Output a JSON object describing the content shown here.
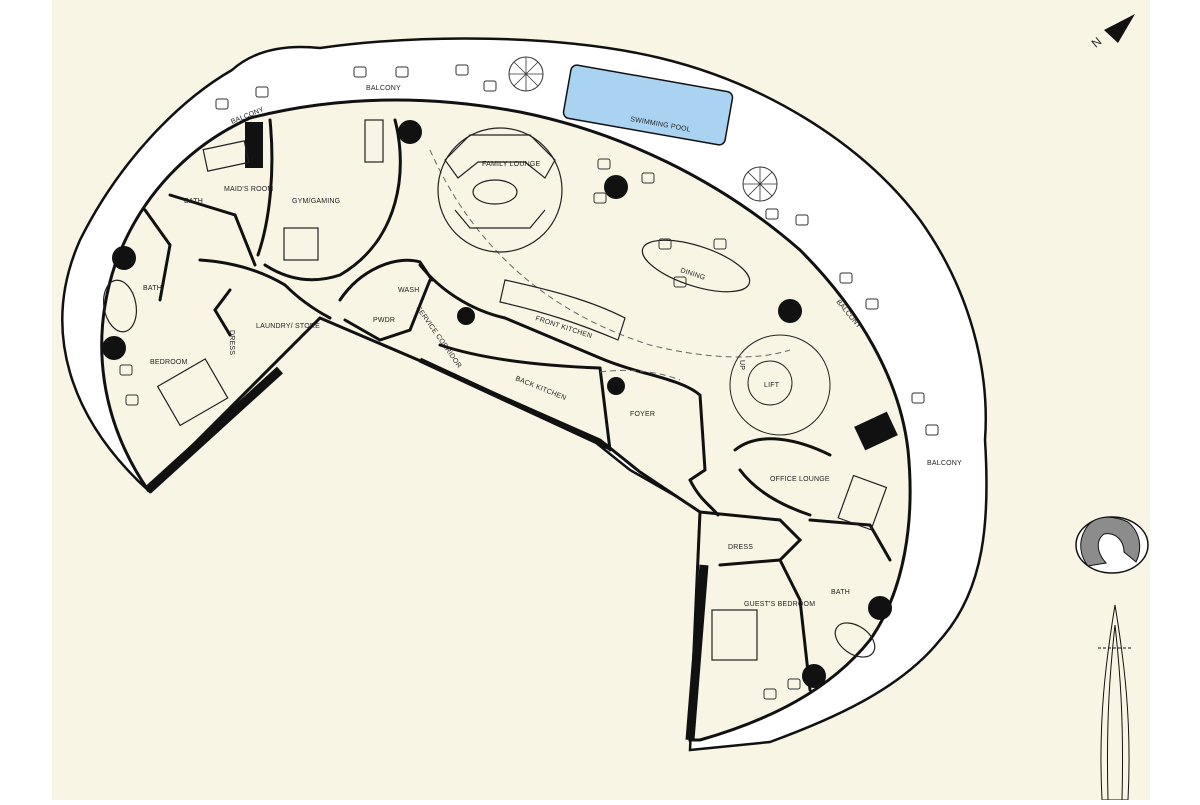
{
  "colors": {
    "paper": "#f8f5e4",
    "margin": "#ffffff",
    "wall": "#111111",
    "pool": "#a9d3f1",
    "fixture": "#333333",
    "key_plan_fill": "#8c8c8c"
  },
  "icons": [
    "north-arrow-icon",
    "key-plan-icon",
    "tower-elevation-icon",
    "column-icon",
    "chair-icon",
    "umbrella-icon"
  ],
  "north": {
    "label": "N"
  },
  "rooms": {
    "balcony_1": "BALCONY",
    "balcony_2": "BALCONY",
    "balcony_3": "BALCONY",
    "balcony_4": "BALCONY",
    "swimming_pool": "SWIMMING POOL",
    "maids_room": "MAID'S ROOM",
    "bath_1": "BATH",
    "bath_2": "BATH",
    "bath_3": "BATH",
    "gym": "GYM/GAMING",
    "family_lounge": "FAMILY LOUNGE",
    "dining": "DINING",
    "bedroom": "BEDROOM",
    "dress_1": "DRESS",
    "dress_2": "DRESS",
    "laundry": "LAUNDRY/ STORE",
    "wash": "WASH",
    "pwdr": "PWDR",
    "service_corridor": "SERVICE CORRIDOR",
    "front_kitchen": "FRONT KITCHEN",
    "back_kitchen": "BACK KITCHEN",
    "foyer": "FOYER",
    "lift": "LIFT",
    "up": "UP",
    "office_lounge": "OFFICE LOUNGE",
    "guest_bedroom": "GUEST'S BEDROOM"
  }
}
